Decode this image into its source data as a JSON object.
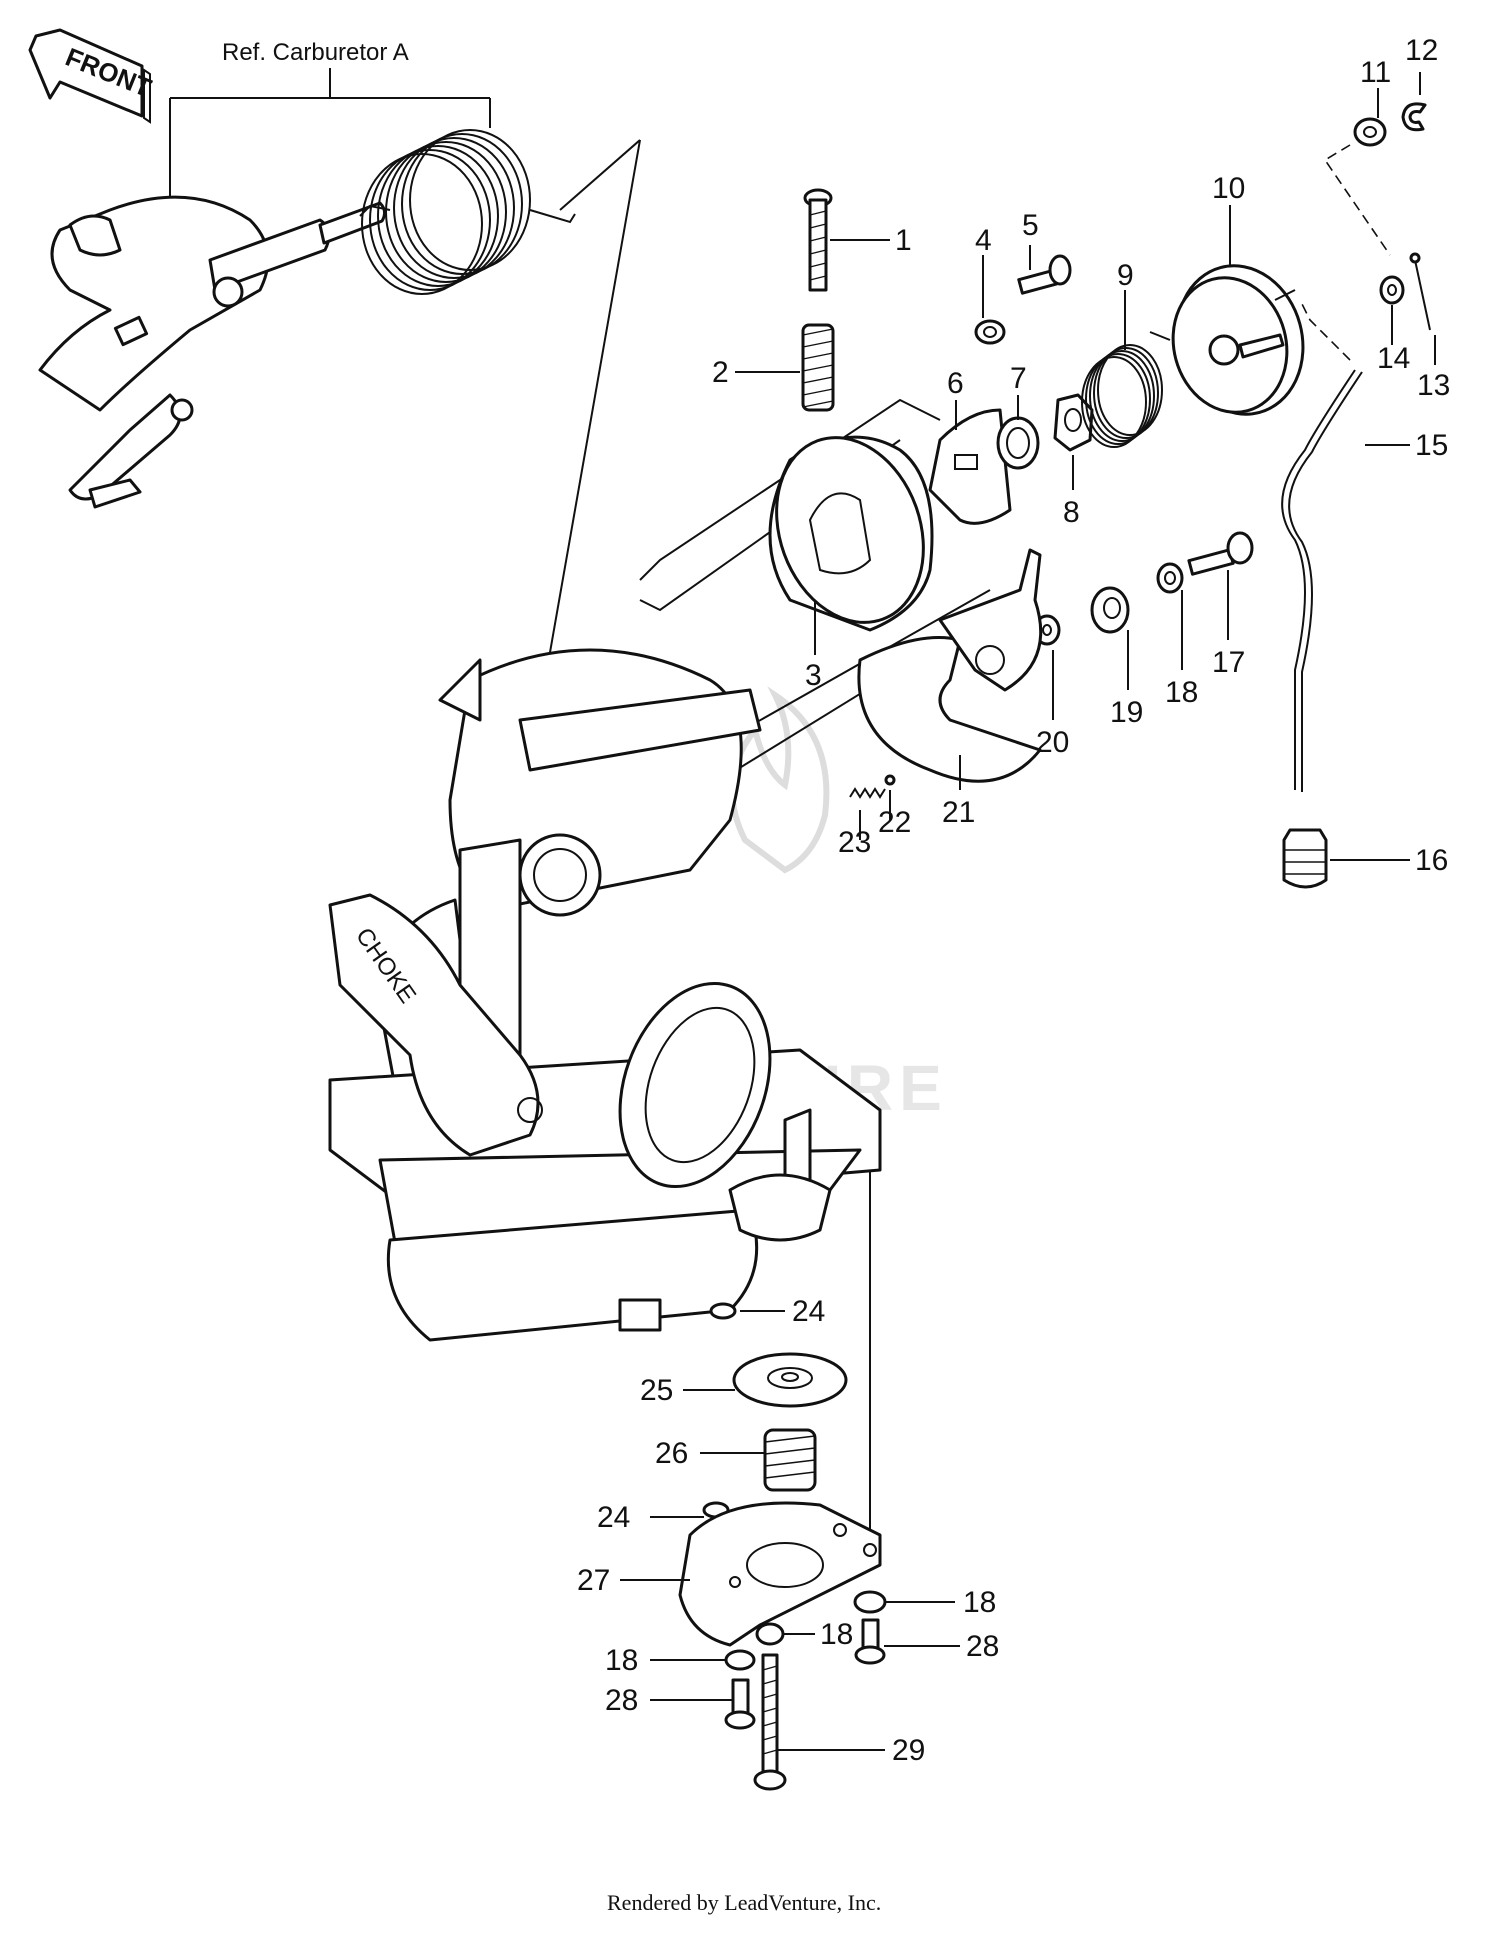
{
  "diagram": {
    "front_label": "FRONT",
    "reference_label": "Ref. Carburetor A",
    "watermark": "VENTURE",
    "choke_label": "CHOKE",
    "footer": "Rendered by LeadVenture, Inc.",
    "callouts": {
      "c1": "1",
      "c2": "2",
      "c3": "3",
      "c4": "4",
      "c5": "5",
      "c6": "6",
      "c7": "7",
      "c8": "8",
      "c9": "9",
      "c10": "10",
      "c11": "11",
      "c12": "12",
      "c13": "13",
      "c14": "14",
      "c15": "15",
      "c16": "16",
      "c17": "17",
      "c18a": "18",
      "c18b": "18",
      "c18c": "18",
      "c18d": "18",
      "c19": "19",
      "c20": "20",
      "c21": "21",
      "c22": "22",
      "c23": "23",
      "c24a": "24",
      "c24b": "24",
      "c25": "25",
      "c26": "26",
      "c27": "27",
      "c28a": "28",
      "c28b": "28",
      "c29": "29"
    }
  }
}
